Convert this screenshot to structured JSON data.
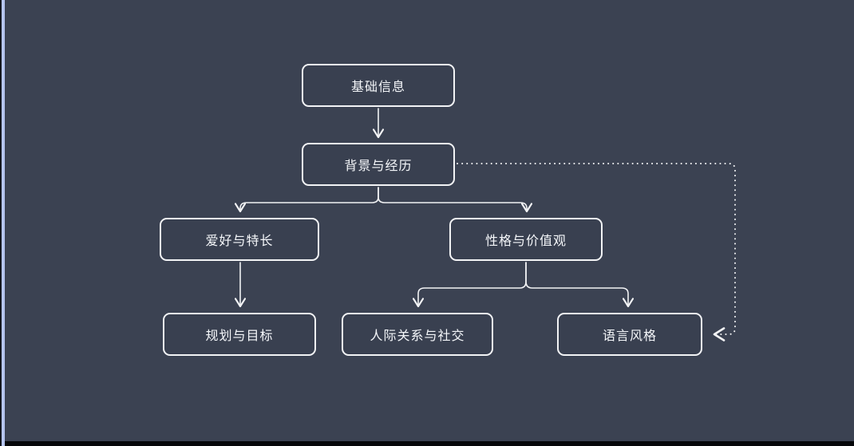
{
  "diagram": {
    "nodes": [
      {
        "id": "basic-info",
        "label": "基础信息"
      },
      {
        "id": "background-experience",
        "label": "背景与经历"
      },
      {
        "id": "hobbies-strengths",
        "label": "爱好与特长"
      },
      {
        "id": "personality-values",
        "label": "性格与价值观"
      },
      {
        "id": "planning-goals",
        "label": "规划与目标"
      },
      {
        "id": "social-relations",
        "label": "人际关系与社交"
      },
      {
        "id": "language-style",
        "label": "语言风格"
      }
    ],
    "edges": [
      {
        "from": "基础信息",
        "to": "背景与经历",
        "style": "solid"
      },
      {
        "from": "背景与经历",
        "to": "爱好与特长",
        "style": "solid"
      },
      {
        "from": "背景与经历",
        "to": "性格与价值观",
        "style": "solid"
      },
      {
        "from": "爱好与特长",
        "to": "规划与目标",
        "style": "solid"
      },
      {
        "from": "性格与价值观",
        "to": "人际关系与社交",
        "style": "solid"
      },
      {
        "from": "性格与价值观",
        "to": "语言风格",
        "style": "solid"
      },
      {
        "from": "背景与经历",
        "to": "语言风格",
        "style": "dotted"
      }
    ],
    "colors": {
      "background": "#3b4252",
      "node_fill": "#394050",
      "node_border": "#f2f3f5",
      "text": "#f5f7fa",
      "connector": "#f2f3f5",
      "scrollbar_stripe": "#b6c5f0",
      "bottom_edge": "#06070a"
    }
  }
}
